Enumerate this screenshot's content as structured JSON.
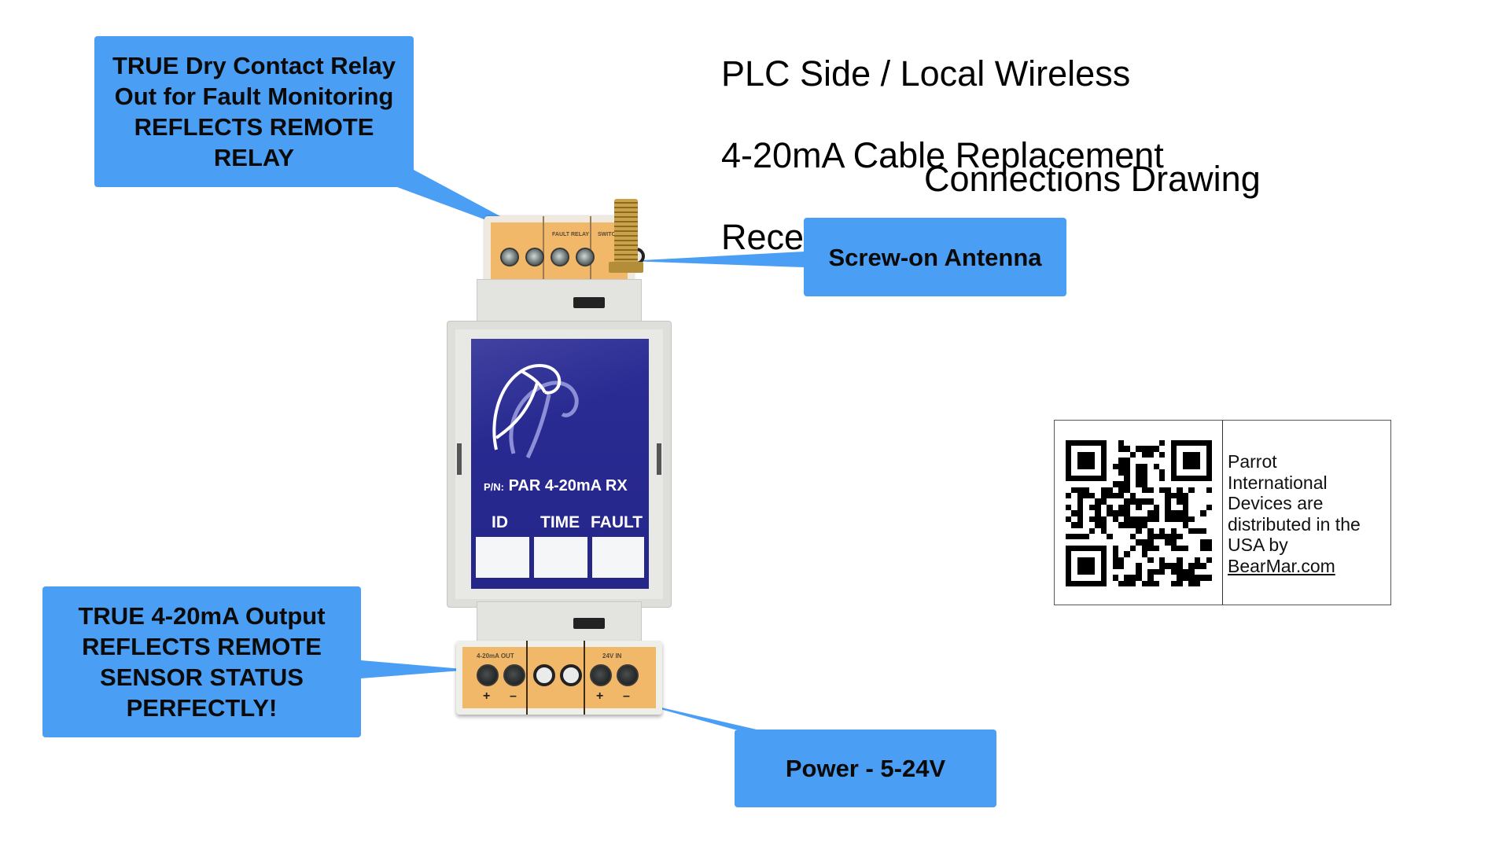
{
  "title": {
    "lines": [
      "PLC Side / Local Wireless",
      "4-20mA Cable Replacement",
      "Receiver"
    ],
    "subtitle": "Connections Drawing"
  },
  "colors": {
    "callout_fill": "#4a9ff5",
    "label_blue": "#2c2d93",
    "terminal_orange": "#f2b86a"
  },
  "callouts": {
    "relay": "TRUE Dry Contact Relay Out for Fault Monitoring REFLECTS REMOTE RELAY",
    "relay_lines": [
      "TRUE Dry Contact Relay",
      "Out for Fault Monitoring",
      "REFLECTS REMOTE",
      "RELAY"
    ],
    "antenna": "Screw-on Antenna",
    "output_lines": [
      "TRUE 4-20mA Output",
      "REFLECTS REMOTE",
      "SENSOR STATUS",
      "PERFECTLY!"
    ],
    "power": "Power - 5-24V"
  },
  "device": {
    "top_terminal_labels": {
      "relay": "FAULT RELAY",
      "switch": "SWITCH"
    },
    "bottom_terminal_labels": {
      "output": "4-20mA OUT",
      "power": "24V IN"
    },
    "polarity": {
      "plus": "+",
      "minus": "–"
    },
    "part_number_prefix": "P/N:",
    "part_number": "PAR 4-20mA RX",
    "columns": [
      "ID",
      "TIME",
      "FAULT"
    ],
    "logo_icon": "parrot-logo-icon"
  },
  "distributor": {
    "lines": [
      "Parrot",
      "International",
      "Devices are",
      "distributed in the",
      "USA by"
    ],
    "link": "BearMar.com",
    "qr_icon": "qr-code-icon"
  }
}
